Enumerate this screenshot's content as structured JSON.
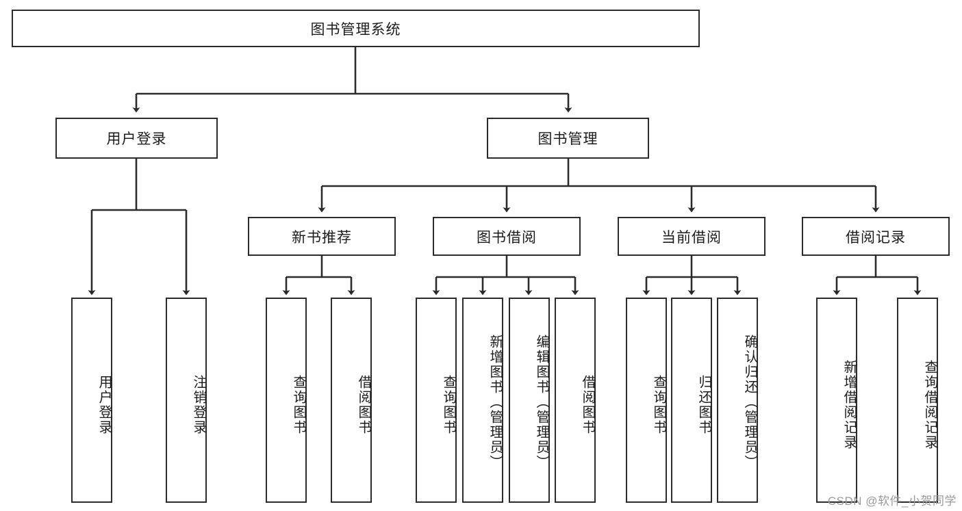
{
  "diagram": {
    "title": "图书管理系统",
    "type": "tree-hierarchy",
    "watermark": "CSDN @软件_小贺同学",
    "colors": {
      "box_border": "#2b2b2b",
      "box_fill": "#ffffff",
      "edge": "#2b2b2b",
      "text": "#1c1c1c",
      "watermark": "#9a9a9a",
      "background": "#ffffff"
    },
    "nodes": {
      "root": {
        "label": "图书管理系统"
      },
      "level2": [
        {
          "id": "user-login",
          "label": "用户登录"
        },
        {
          "id": "book-manage",
          "label": "图书管理"
        }
      ],
      "level3": [
        {
          "id": "new-book-recommend",
          "label": "新书推荐"
        },
        {
          "id": "book-borrow",
          "label": "图书借阅"
        },
        {
          "id": "current-borrow",
          "label": "当前借阅"
        },
        {
          "id": "borrow-record",
          "label": "借阅记录"
        }
      ],
      "leaves": {
        "user-login": [
          {
            "id": "leaf-user-login",
            "label": "用户登录"
          },
          {
            "id": "leaf-logout",
            "label": "注销登录"
          }
        ],
        "new-book-recommend": [
          {
            "id": "leaf-query-book-1",
            "label": "查询图书"
          },
          {
            "id": "leaf-borrow-book-1",
            "label": "借阅图书"
          }
        ],
        "book-borrow": [
          {
            "id": "leaf-query-book-2",
            "label": "查询图书"
          },
          {
            "id": "leaf-add-book",
            "label": "新增图书（管理员）"
          },
          {
            "id": "leaf-edit-book",
            "label": "编辑图书（管理员）"
          },
          {
            "id": "leaf-borrow-book-2",
            "label": "借阅图书"
          }
        ],
        "current-borrow": [
          {
            "id": "leaf-query-book-3",
            "label": "查询图书"
          },
          {
            "id": "leaf-return-book",
            "label": "归还图书"
          },
          {
            "id": "leaf-confirm-return",
            "label": "确认归还（管理员）"
          }
        ],
        "borrow-record": [
          {
            "id": "leaf-add-record",
            "label": "新增借阅记录"
          },
          {
            "id": "leaf-query-record",
            "label": "查询借阅记录"
          }
        ]
      }
    }
  }
}
